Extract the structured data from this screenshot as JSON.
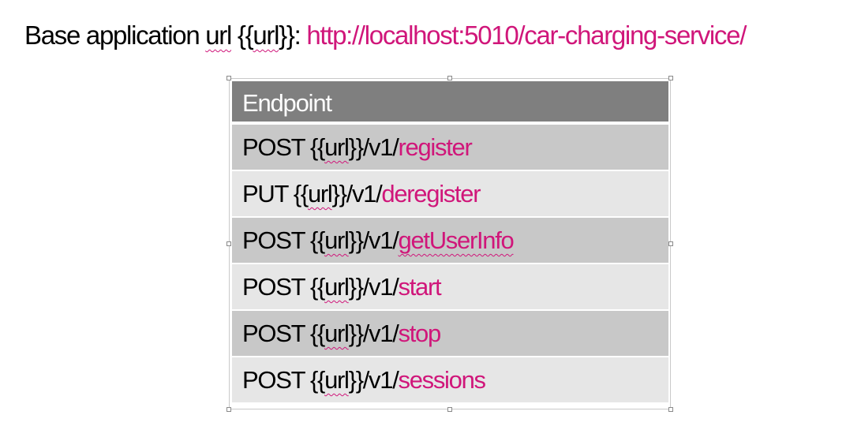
{
  "base": {
    "label_prefix": "Base application ",
    "label_url": "url",
    "label_braces_open": " {{",
    "label_var": "url",
    "label_braces_close": "}}: ",
    "link": "http://localhost:5010/car-charging-service/"
  },
  "table": {
    "header": "Endpoint",
    "rows": [
      {
        "method": "POST",
        "open": " {{",
        "var": "url",
        "path": "}}/v1/",
        "route": "register"
      },
      {
        "method": "PUT",
        "open": " {{",
        "var": "url",
        "path": "}}/v1/",
        "route": "deregister"
      },
      {
        "method": "POST",
        "open": " {{",
        "var": "url",
        "path": "}}/v1/",
        "route": "getUserInfo"
      },
      {
        "method": "POST",
        "open": " {{",
        "var": "url",
        "path": "}}/v1/",
        "route": "start"
      },
      {
        "method": "POST",
        "open": " {{",
        "var": "url",
        "path": "}}/v1/",
        "route": "stop"
      },
      {
        "method": "POST",
        "open": " {{",
        "var": "url",
        "path": "}}/v1/",
        "route": "sessions"
      }
    ]
  },
  "colors": {
    "link": "#d0167a",
    "header_bg": "#7f7f7f",
    "row_dark": "#c8c8c8",
    "row_light": "#e6e6e6"
  }
}
